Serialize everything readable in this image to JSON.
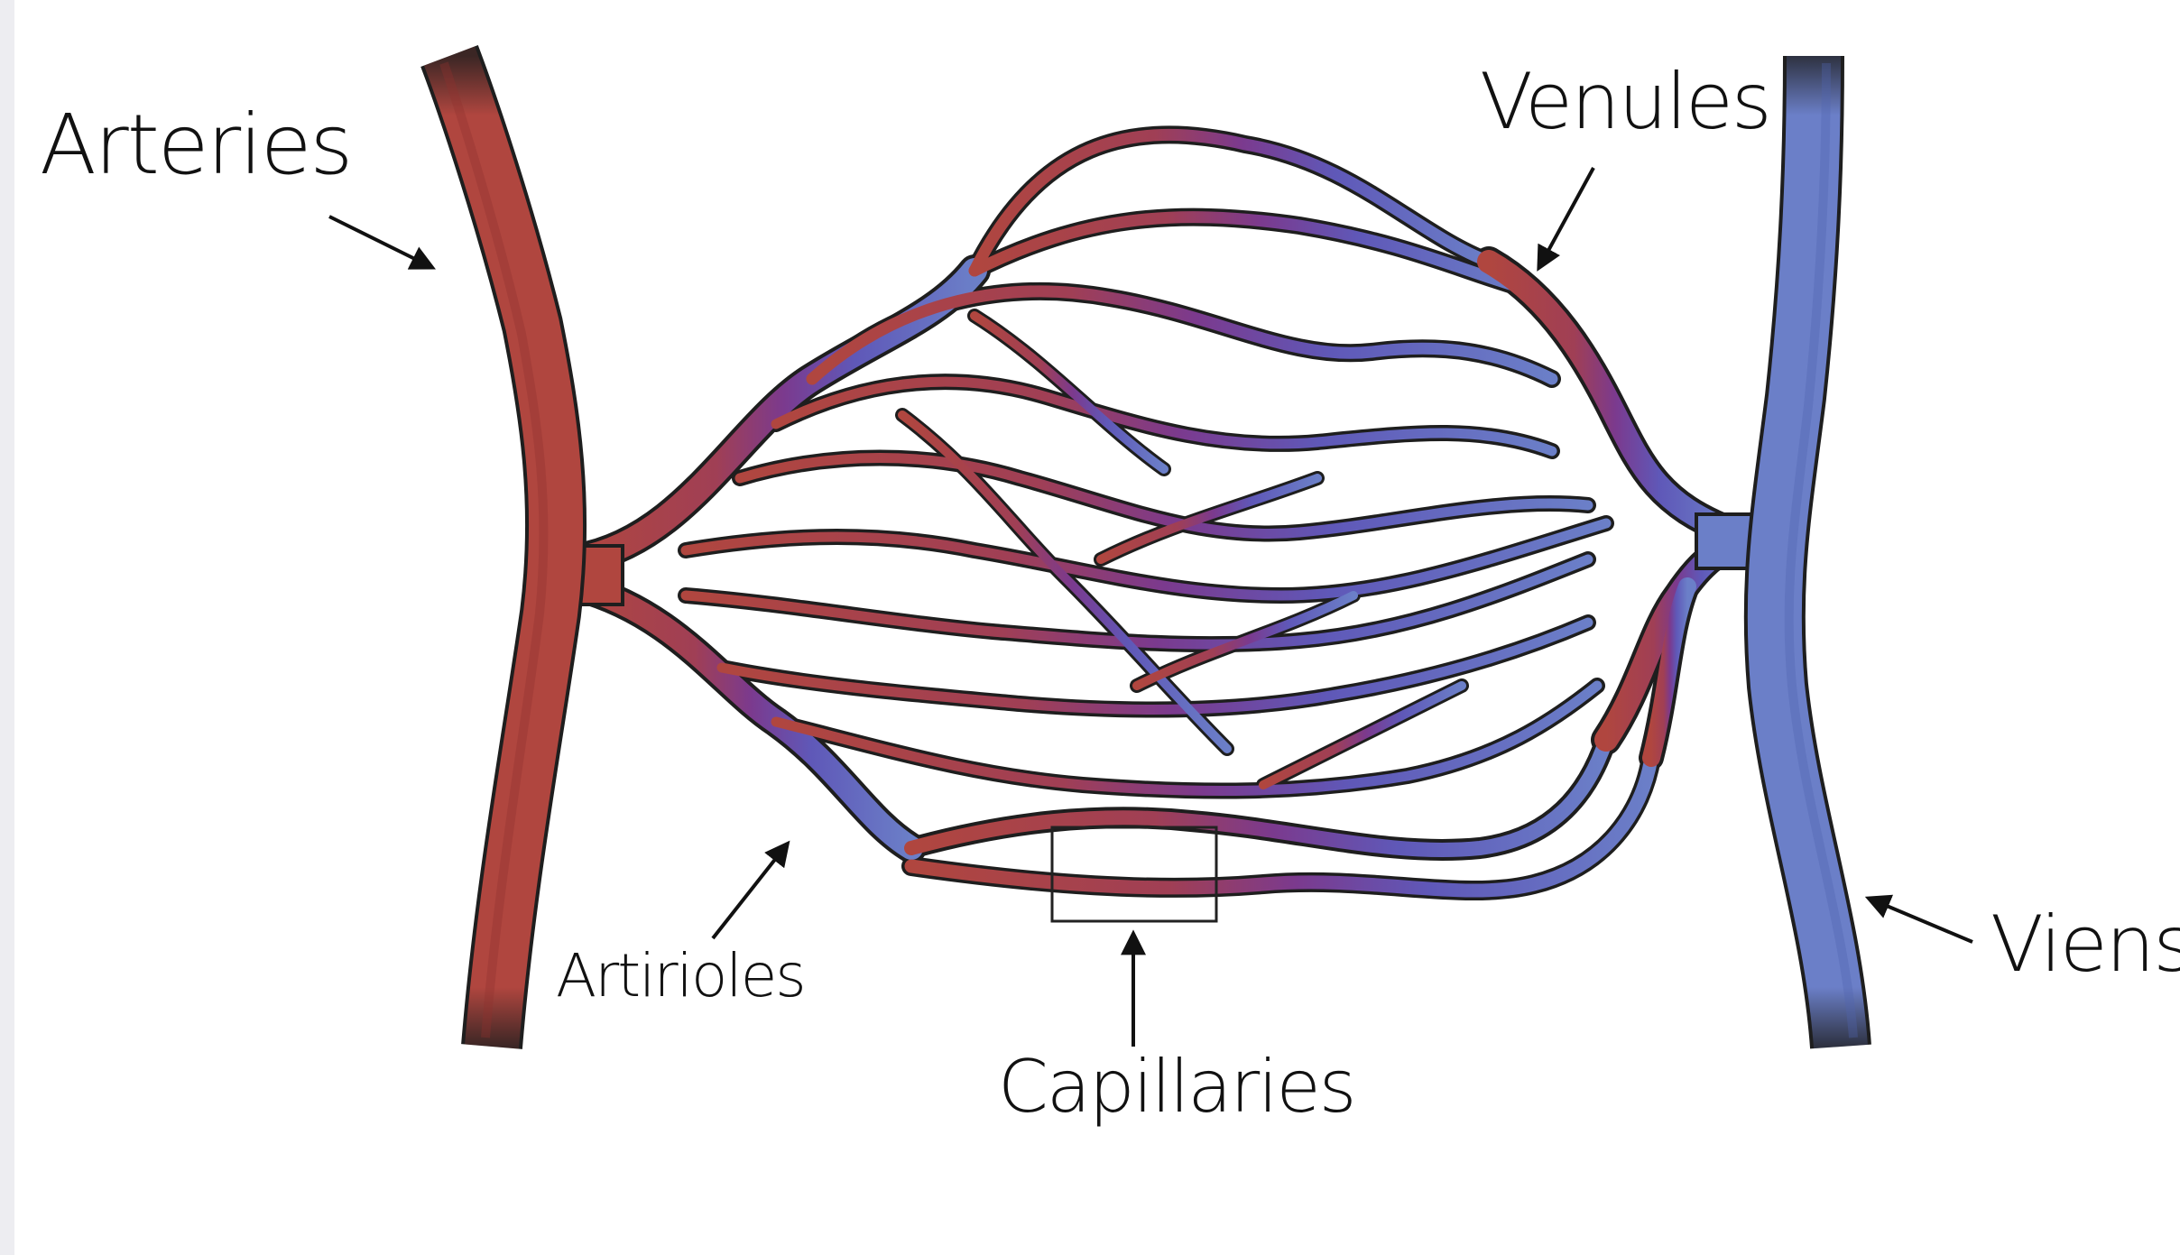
{
  "diagram": {
    "labels": {
      "arteries": "Arteries",
      "venules": "Venules",
      "artirioles": "Artirioles",
      "capillaries": "Capillaries",
      "viens": "Viens"
    },
    "colors": {
      "artery": "#b0463f",
      "vein": "#6b7fc8",
      "capillary": "#7a3f8f",
      "outline": "#1e1e1e",
      "background": "#ffffff"
    }
  }
}
